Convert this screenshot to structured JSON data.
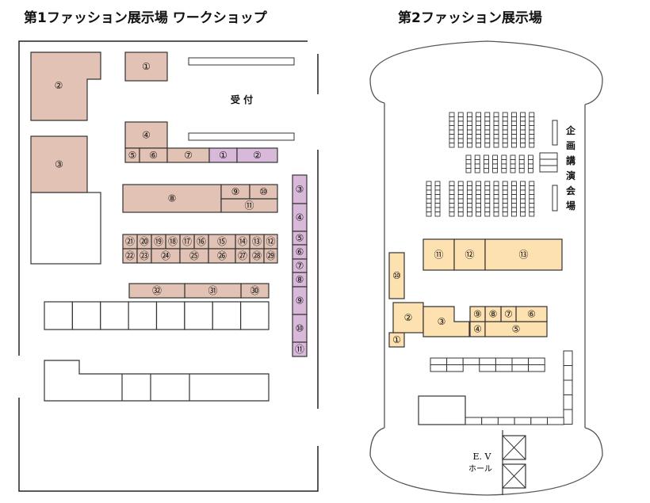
{
  "hall1": {
    "title": "第1ファッション展示場 ワークショップ",
    "reception_label": "受 付",
    "colors": {
      "pink": "#e2c2b4",
      "purple": "#d9b9da"
    },
    "pink_booths": [
      "①",
      "②",
      "③",
      "④",
      "⑤",
      "⑥",
      "⑦",
      "⑧",
      "⑨",
      "⑩",
      "⑪",
      "⑫",
      "⑬",
      "⑭",
      "⑮",
      "⑯",
      "⑰",
      "⑱",
      "⑲",
      "⑳",
      "㉑",
      "㉒",
      "㉓",
      "㉔",
      "㉕",
      "㉖",
      "㉗",
      "㉘",
      "㉙",
      "㉚",
      "㉛",
      "㉜"
    ],
    "purple_booths": [
      "①",
      "②",
      "③",
      "④",
      "⑤",
      "⑥",
      "⑦",
      "⑧",
      "⑨",
      "⑩",
      "⑪"
    ]
  },
  "hall2": {
    "title": "第2ファッション展示場",
    "lecture_hall_label": [
      "企",
      "画",
      "講",
      "演",
      "会",
      "場"
    ],
    "ev_label": "E. V",
    "hall_label": "ホール",
    "colors": {
      "beige": "#fde1b0"
    },
    "booths": [
      "①",
      "②",
      "③",
      "④",
      "⑤",
      "⑥",
      "⑦",
      "⑧",
      "⑨",
      "⑩",
      "⑪",
      "⑫",
      "⑬"
    ]
  }
}
